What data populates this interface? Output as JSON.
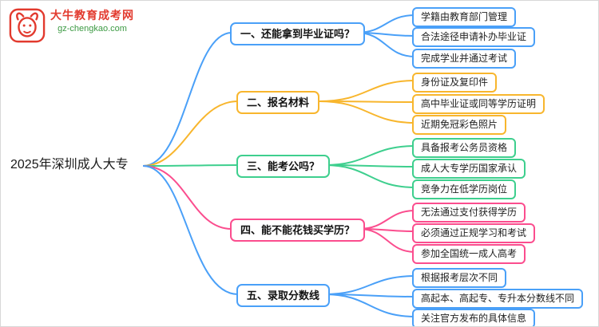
{
  "logo": {
    "brand": "大牛教育成考网",
    "domain": "gz-chengkao.com",
    "icon": "bull-logo"
  },
  "central": {
    "title": "2025年深圳成人大专"
  },
  "colors": {
    "blue": "#4AA0F8",
    "yellow": "#F8B62D",
    "green": "#3ECF8E",
    "pink": "#FB4D8E",
    "logo_red": "#E23A2E",
    "logo_green": "#3C9A43"
  },
  "branches": [
    {
      "label": "一、还能拿到毕业证吗？",
      "color": "#4AA0F8",
      "children": [
        "学籍由教育部门管理",
        "合法途径申请补办毕业证",
        "完成学业并通过考试"
      ]
    },
    {
      "label": "二、报名材料",
      "color": "#F8B62D",
      "children": [
        "身份证及复印件",
        "高中毕业证或同等学历证明",
        "近期免冠彩色照片"
      ]
    },
    {
      "label": "三、能考公吗？",
      "color": "#3ECF8E",
      "children": [
        "具备报考公务员资格",
        "成人大专学历国家承认",
        "竞争力在低学历岗位"
      ]
    },
    {
      "label": "四、能不能花钱买学历？",
      "color": "#FB4D8E",
      "children": [
        "无法通过支付获得学历",
        "必须通过正规学习和考试",
        "参加全国统一成人高考"
      ]
    },
    {
      "label": "五、录取分数线",
      "color": "#4AA0F8",
      "children": [
        "根据报考层次不同",
        "高起本、高起专、专升本分数线不同",
        "关注官方发布的具体信息"
      ]
    }
  ]
}
